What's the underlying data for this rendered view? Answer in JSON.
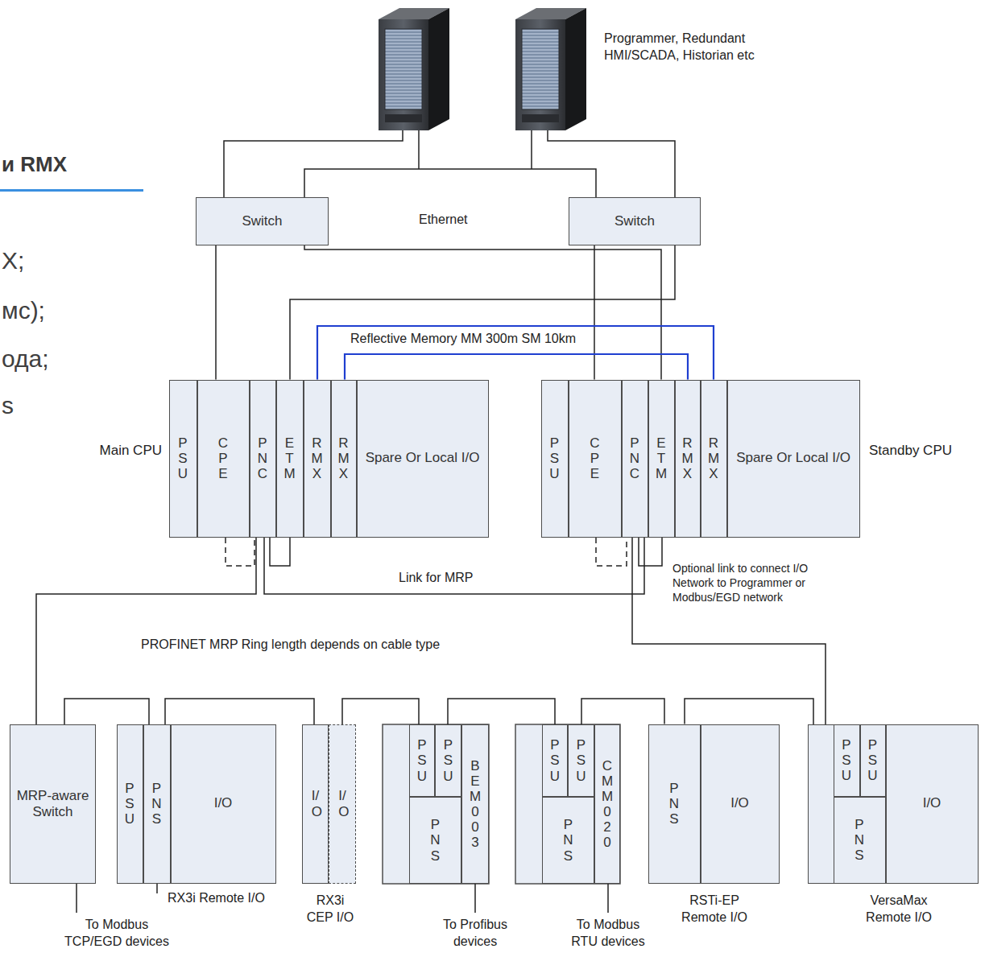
{
  "diagram": {
    "nodes": [
      {
        "text": [
          "Switch"
        ]
      },
      {
        "text": [
          "Switch"
        ]
      },
      {
        "text": [
          "Main CPU"
        ]
      },
      {
        "text": [
          "PSU"
        ],
        "in": 2
      },
      {
        "text": [
          "CPE"
        ],
        "in": 2
      },
      {
        "text": [
          "PNC"
        ],
        "in": 2
      },
      {
        "text": [
          "ETM"
        ],
        "in": 2
      },
      {
        "text": [
          "RMX"
        ],
        "in": 2
      },
      {
        "text": [
          "RMX"
        ],
        "in": 2
      },
      {
        "text": [
          "Spare Or Local I/O"
        ],
        "in": 2
      },
      {
        "text": [
          "Standby CPU"
        ]
      },
      {
        "text": [
          "PSU"
        ],
        "in": 10
      },
      {
        "text": [
          "CPE"
        ],
        "in": 10
      },
      {
        "text": [
          "PNC"
        ],
        "in": 10
      },
      {
        "text": [
          "ETM"
        ],
        "in": 10
      },
      {
        "text": [
          "RMX"
        ],
        "in": 10
      },
      {
        "text": [
          "RMX"
        ],
        "in": 10
      },
      {
        "text": [
          "Spare Or Local I/O"
        ],
        "in": 10
      },
      {
        "text": [
          "MRP-aware Switch"
        ]
      },
      {
        "text": [
          "RX3i Remote I/O"
        ]
      },
      {
        "text": [
          "PSU"
        ],
        "in": 19
      },
      {
        "text": [
          "PNS"
        ],
        "in": 19
      },
      {
        "text": [
          "I/O"
        ],
        "in": 19
      },
      {
        "text": [
          "RX3i CEP I/O"
        ]
      },
      {
        "text": [
          "I/O"
        ],
        "in": 23
      },
      {
        "text": [
          "I/O"
        ],
        "in": 23
      },
      {
        "text": [
          "PSU"
        ]
      },
      {
        "text": [
          "PSU"
        ]
      },
      {
        "text": [
          "PNS"
        ]
      },
      {
        "text": [
          "BEM003"
        ]
      },
      {
        "text": [
          "PSU"
        ]
      },
      {
        "text": [
          "PSU"
        ]
      },
      {
        "text": [
          "PNS"
        ]
      },
      {
        "text": [
          "CMM020"
        ]
      },
      {
        "text": [
          "RSTi-EP Remote I/O"
        ]
      },
      {
        "text": [
          "PNS"
        ],
        "in": 34
      },
      {
        "text": [
          "I/O"
        ],
        "in": 34
      },
      {
        "text": [
          "VersaMax Remote I/O"
        ]
      },
      {
        "text": [
          "PSU"
        ],
        "in": 37
      },
      {
        "text": [
          "PSU"
        ],
        "in": 37
      },
      {
        "text": [
          "PNS"
        ],
        "in": 37
      },
      {
        "text": [
          "I/O"
        ],
        "in": 37
      }
    ],
    "edges": [
      {
        "from": 0,
        "to": 4,
        "arrow": "none"
      },
      {
        "from": 0,
        "to": 14,
        "arrow": "none"
      },
      {
        "from": 1,
        "to": 12,
        "arrow": "none"
      },
      {
        "from": 1,
        "to": 6,
        "arrow": "none"
      },
      {
        "from": 7,
        "to": 16,
        "label": "Reflective Memory MM 300m SM 10km",
        "arrow": "none"
      },
      {
        "from": 8,
        "to": 15,
        "arrow": "none"
      },
      {
        "from": 5,
        "to": 13,
        "label": "Link for MRP",
        "arrow": "none"
      },
      {
        "from": 5,
        "to": 18,
        "arrow": "none"
      },
      {
        "from": 18,
        "to": 19,
        "arrow": "none"
      },
      {
        "from": 19,
        "to": 23,
        "arrow": "none"
      },
      {
        "from": 23,
        "to": 26,
        "arrow": "none"
      },
      {
        "from": 27,
        "to": 30,
        "arrow": "none"
      },
      {
        "from": 31,
        "to": 35,
        "arrow": "none"
      },
      {
        "from": 35,
        "to": 37,
        "arrow": "none"
      },
      {
        "from": 13,
        "to": 37,
        "arrow": "none"
      }
    ],
    "labels": [
      "и RMX",
      "X;",
      "мс);",
      "ода;",
      "s",
      "Programmer, Redundant HMI/SCADA, Historian etc",
      "Ethernet",
      "Optional link to connect I/O Network to Programmer or Modbus/EGD network",
      "PROFINET MRP Ring length depends on cable type",
      "To Modbus TCP/EGD devices",
      "To Profibus devices",
      "To Modbus RTU devices"
    ]
  }
}
